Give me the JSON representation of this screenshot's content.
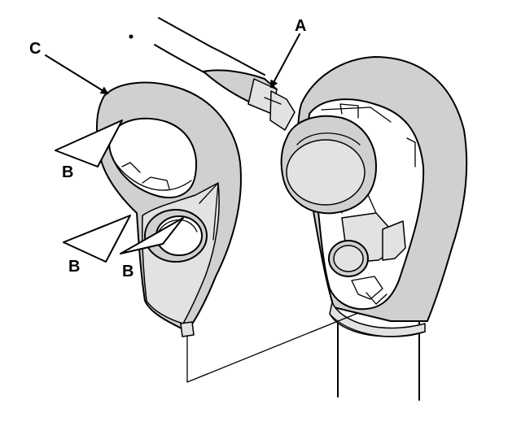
{
  "callouts": {
    "a": "A",
    "b1": "B",
    "b2": "B",
    "b3": "B",
    "c": "C"
  }
}
